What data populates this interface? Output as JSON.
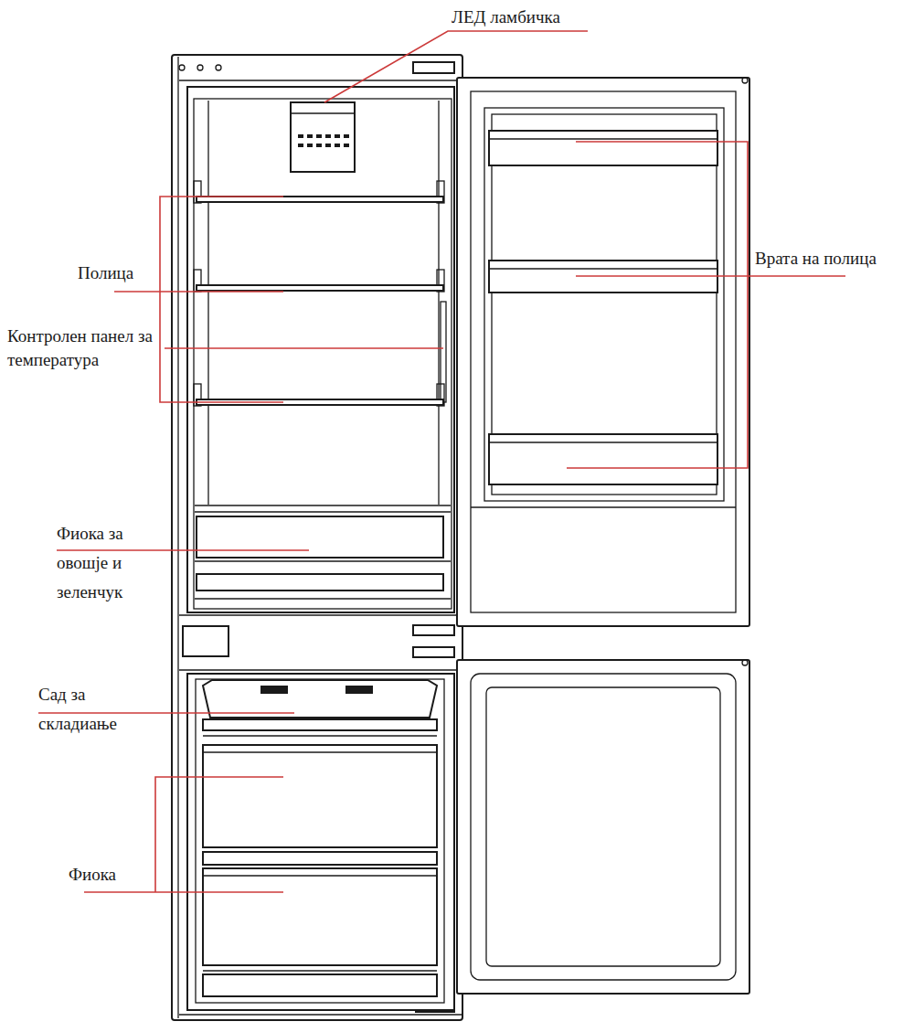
{
  "diagram": {
    "labels": [
      "ЛЕД ламбичка",
      "Полица",
      "Врата на полица",
      "Контролен панел за температура",
      "Фиока за овошје и зеленчук",
      "Сад за складиање",
      "Фиока"
    ]
  }
}
